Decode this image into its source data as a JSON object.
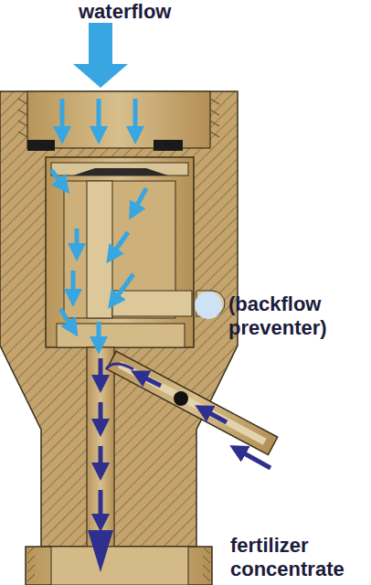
{
  "diagram": {
    "labels": [
      "waterflow",
      "(backflow preventer)",
      "fertilizer concentrate"
    ]
  }
}
